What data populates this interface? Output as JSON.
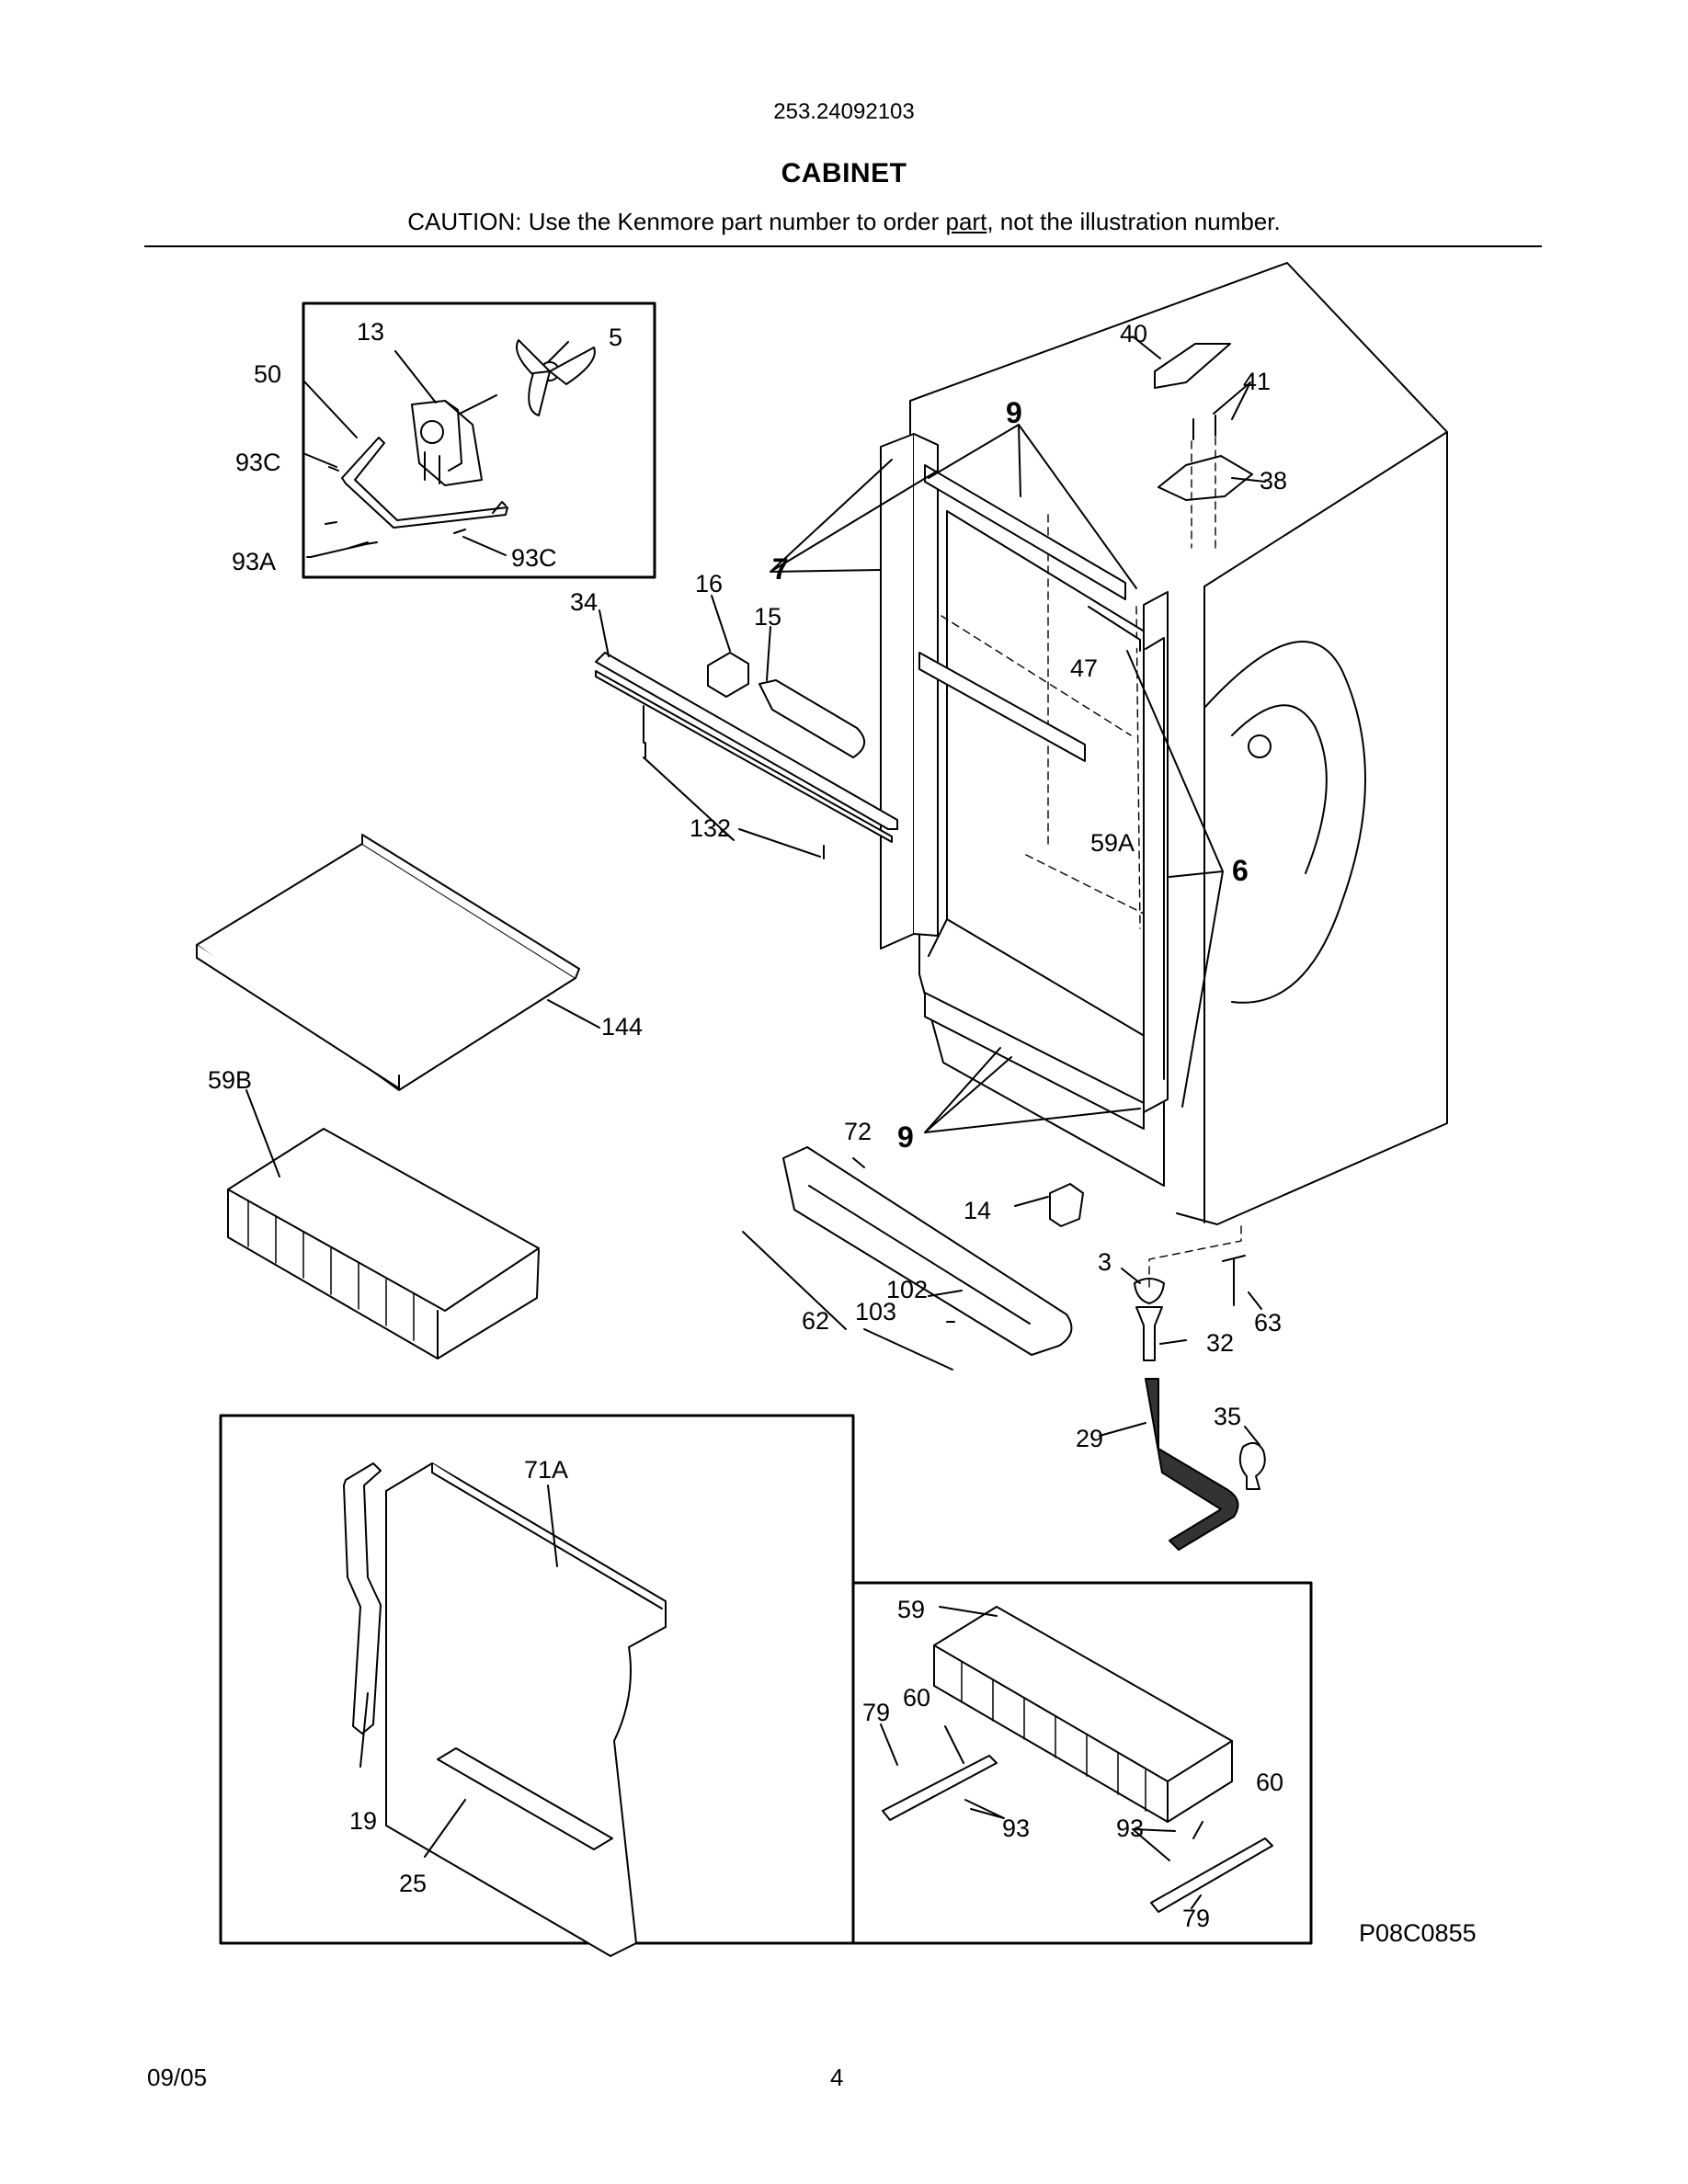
{
  "header": {
    "model_number": "253.24092103",
    "section_title": "CABINET",
    "caution_prefix": "CAUTION: Use the Kenmore part number to order ",
    "caution_underlined": "part",
    "caution_suffix": ", not the illustration number."
  },
  "callouts": {
    "c13": "13",
    "c5": "5",
    "c50": "50",
    "c93c_top": "93C",
    "c93a": "93A",
    "c93c_bottom": "93C",
    "c40": "40",
    "c41": "41",
    "c9_top": "9",
    "c38": "38",
    "c7": "7",
    "c16": "16",
    "c15": "15",
    "c34": "34",
    "c47": "47",
    "c132": "132",
    "c59a": "59A",
    "c6": "6",
    "c144": "144",
    "c59b": "59B",
    "c72": "72",
    "c9_bottom": "9",
    "c14": "14",
    "c3": "3",
    "c63": "63",
    "c102": "102",
    "c103": "103",
    "c62": "62",
    "c32": "32",
    "c35": "35",
    "c29": "29",
    "c71a": "71A",
    "c19": "19",
    "c25": "25",
    "c59": "59",
    "c79_left": "79",
    "c60_left": "60",
    "c93_left": "93",
    "c93_right": "93",
    "c60_right": "60",
    "c79_right": "79"
  },
  "drawing_id": "P08C0855",
  "footer": {
    "date": "09/05",
    "page_number": "4"
  }
}
